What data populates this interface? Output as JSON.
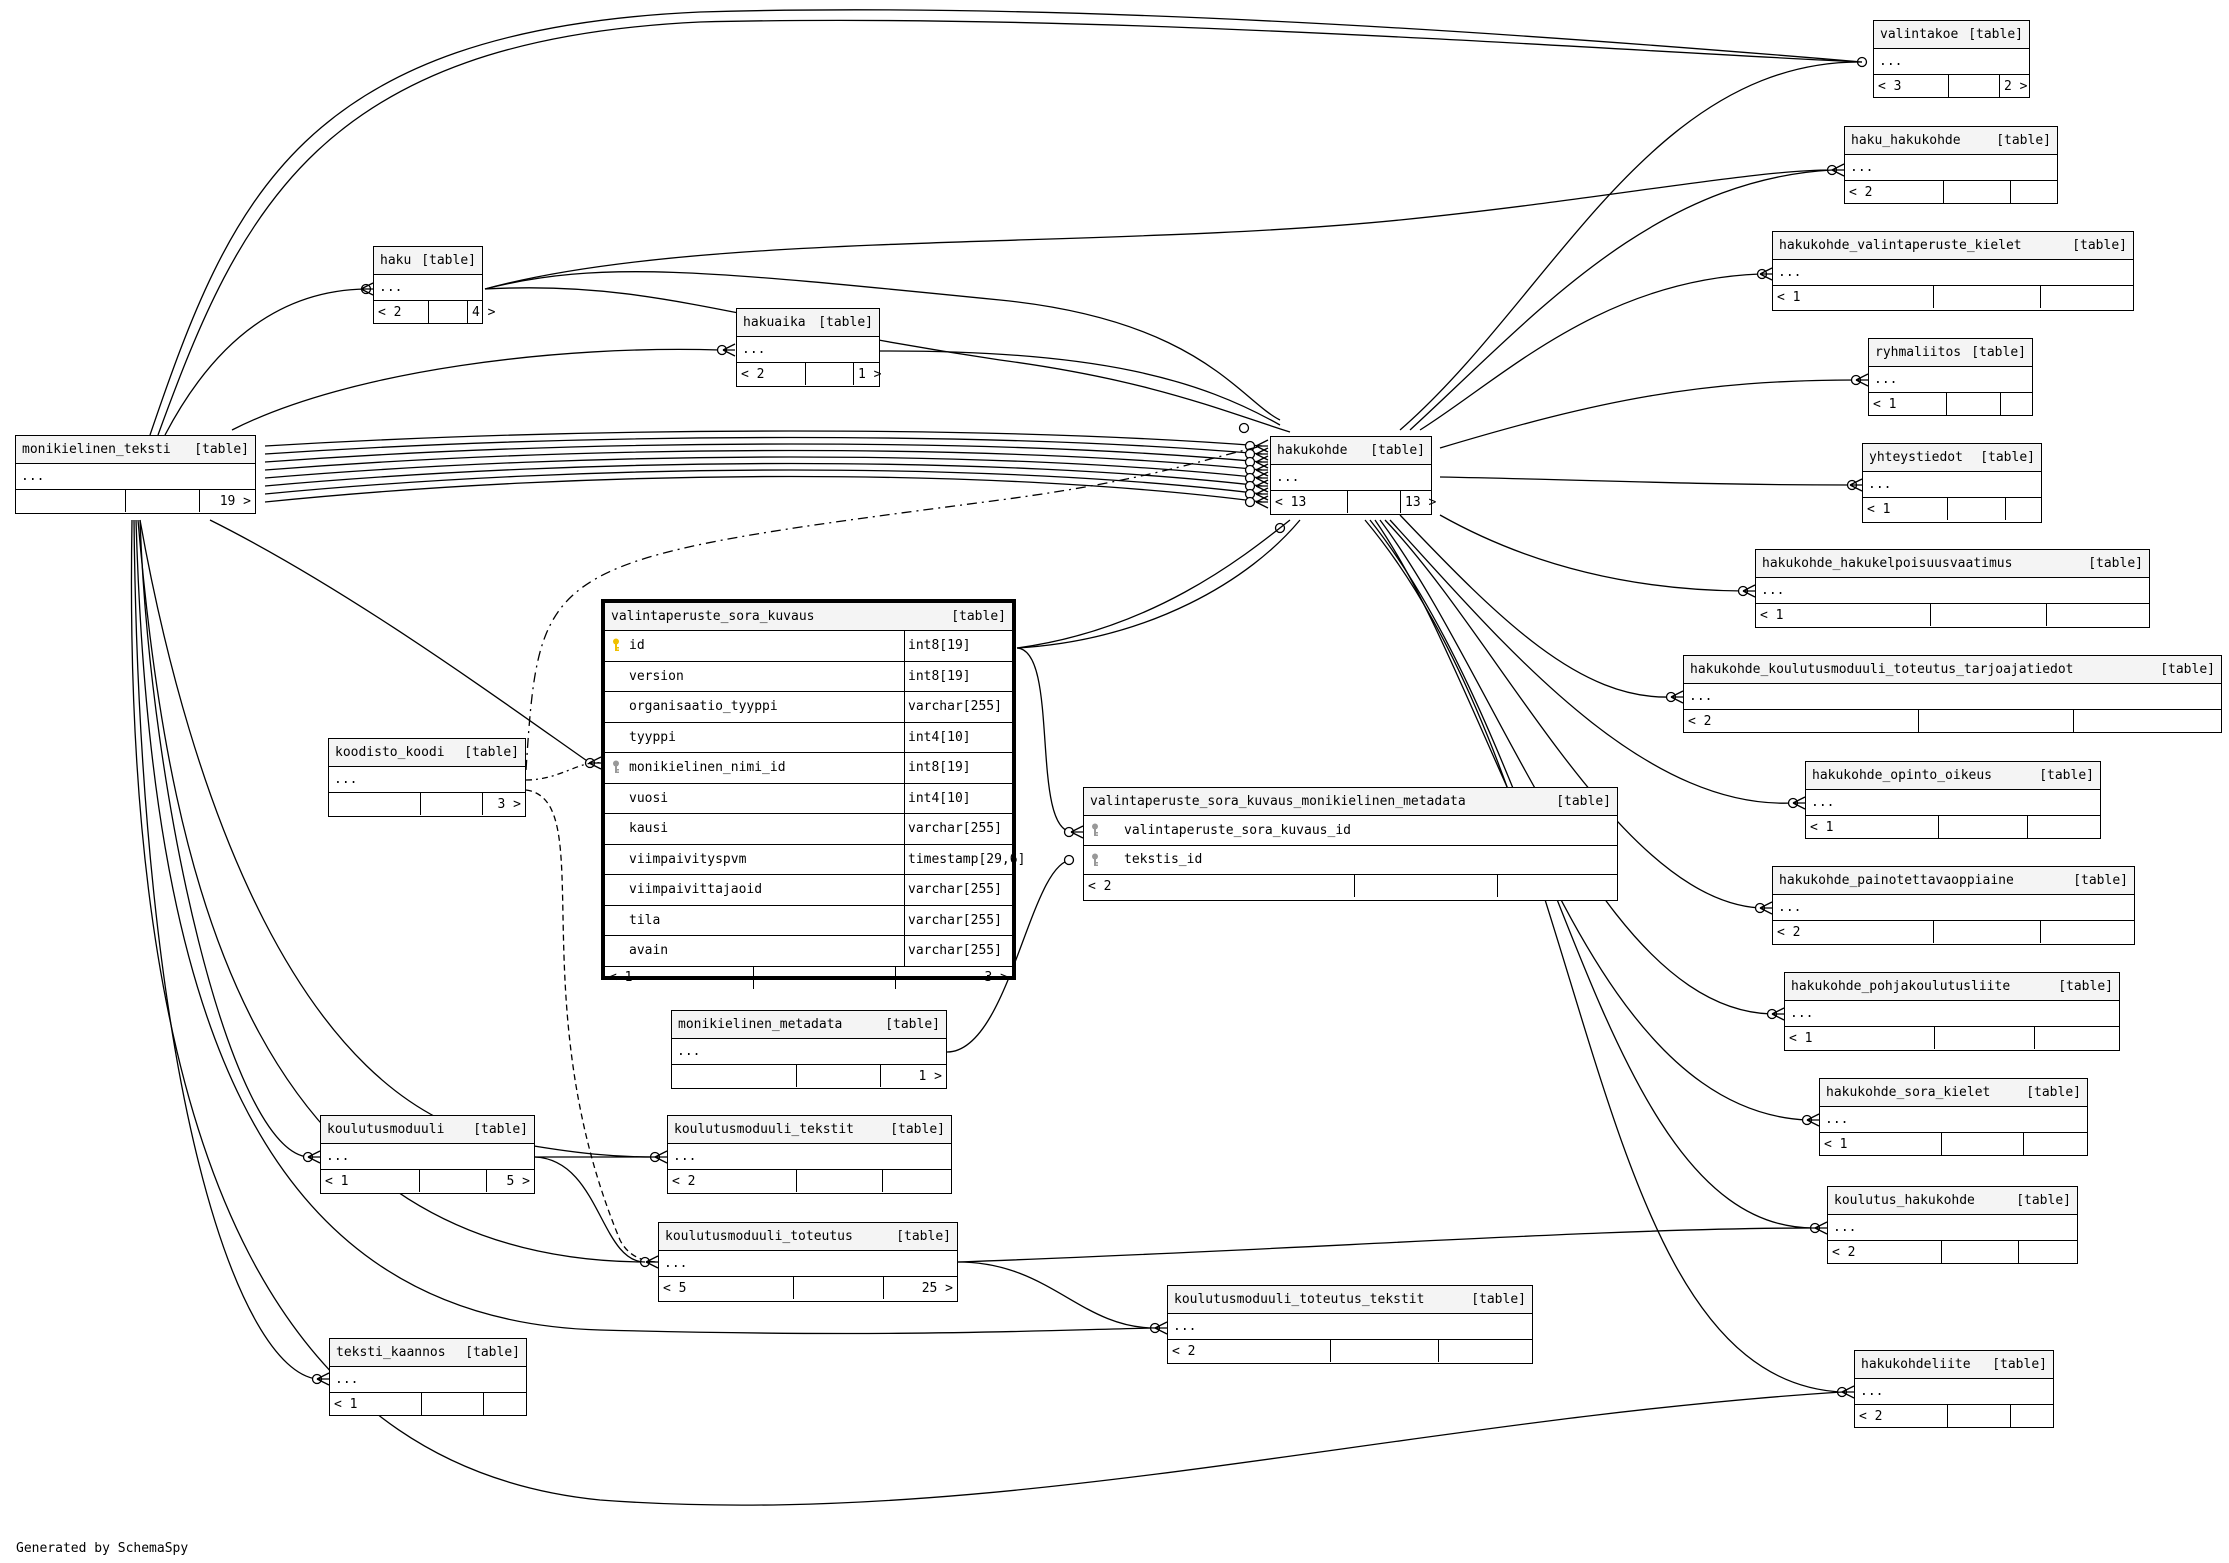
{
  "footer": "Generated by SchemaSpy",
  "ellipsis": "...",
  "tag": "[table]",
  "colors": {
    "pk_key": "#f0c000",
    "fk_key": "#999999",
    "header_bg": "#f4f4f4"
  },
  "focus_table": {
    "name": "valintaperuste_sora_kuvaus",
    "columns": [
      {
        "name": "id",
        "type": "int8[19]",
        "key": "pk"
      },
      {
        "name": "version",
        "type": "int8[19]",
        "key": ""
      },
      {
        "name": "organisaatio_tyyppi",
        "type": "varchar[255]",
        "key": ""
      },
      {
        "name": "tyyppi",
        "type": "int4[10]",
        "key": ""
      },
      {
        "name": "monikielinen_nimi_id",
        "type": "int8[19]",
        "key": "fk"
      },
      {
        "name": "vuosi",
        "type": "int4[10]",
        "key": ""
      },
      {
        "name": "kausi",
        "type": "varchar[255]",
        "key": ""
      },
      {
        "name": "viimpaivityspvm",
        "type": "timestamp[29,6]",
        "key": ""
      },
      {
        "name": "viimpaivittajaoid",
        "type": "varchar[255]",
        "key": ""
      },
      {
        "name": "tila",
        "type": "varchar[255]",
        "key": ""
      },
      {
        "name": "avain",
        "type": "varchar[255]",
        "key": ""
      }
    ],
    "foot": [
      "< 1",
      "",
      "3 >"
    ]
  },
  "meta_table": {
    "name": "valintaperuste_sora_kuvaus_monikielinen_metadata",
    "columns": [
      {
        "name": "valintaperuste_sora_kuvaus_id",
        "key": "fk"
      },
      {
        "name": "tekstis_id",
        "key": "fk"
      }
    ],
    "foot": [
      "< 2",
      "",
      ""
    ]
  },
  "tables": [
    {
      "id": "valintakoe",
      "name": "valintakoe",
      "foot": [
        "< 3",
        "",
        "2 >"
      ]
    },
    {
      "id": "haku_hakukohde",
      "name": "haku_hakukohde",
      "foot": [
        "< 2",
        "",
        ""
      ]
    },
    {
      "id": "hakukohde_valintaperuste_kielet",
      "name": "hakukohde_valintaperuste_kielet",
      "foot": [
        "< 1",
        "",
        ""
      ]
    },
    {
      "id": "ryhmaliitos",
      "name": "ryhmaliitos",
      "foot": [
        "< 1",
        "",
        ""
      ]
    },
    {
      "id": "yhteystiedot",
      "name": "yhteystiedot",
      "foot": [
        "< 1",
        "",
        ""
      ]
    },
    {
      "id": "hakukohde_hakukelpoisuusvaatimus",
      "name": "hakukohde_hakukelpoisuusvaatimus",
      "foot": [
        "< 1",
        "",
        ""
      ]
    },
    {
      "id": "hakukohde_koulutusmoduuli_toteutus_tarjoajatiedot",
      "name": "hakukohde_koulutusmoduuli_toteutus_tarjoajatiedot",
      "foot": [
        "< 2",
        "",
        ""
      ]
    },
    {
      "id": "hakukohde_opinto_oikeus",
      "name": "hakukohde_opinto_oikeus",
      "foot": [
        "< 1",
        "",
        ""
      ]
    },
    {
      "id": "hakukohde_painotettavaoppiaine",
      "name": "hakukohde_painotettavaoppiaine",
      "foot": [
        "< 2",
        "",
        ""
      ]
    },
    {
      "id": "hakukohde_pohjakoulutusliite",
      "name": "hakukohde_pohjakoulutusliite",
      "foot": [
        "< 1",
        "",
        ""
      ]
    },
    {
      "id": "hakukohde_sora_kielet",
      "name": "hakukohde_sora_kielet",
      "foot": [
        "< 1",
        "",
        ""
      ]
    },
    {
      "id": "koulutus_hakukohde",
      "name": "koulutus_hakukohde",
      "foot": [
        "< 2",
        "",
        ""
      ]
    },
    {
      "id": "hakukohdeliite",
      "name": "hakukohdeliite",
      "foot": [
        "< 2",
        "",
        ""
      ]
    },
    {
      "id": "haku",
      "name": "haku",
      "foot": [
        "< 2",
        "",
        "4 >"
      ]
    },
    {
      "id": "hakuaika",
      "name": "hakuaika",
      "foot": [
        "< 2",
        "",
        "1 >"
      ]
    },
    {
      "id": "monikielinen_teksti",
      "name": "monikielinen_teksti",
      "foot": [
        "",
        "",
        "19 >"
      ]
    },
    {
      "id": "hakukohde",
      "name": "hakukohde",
      "foot": [
        "< 13",
        "",
        "13 >"
      ]
    },
    {
      "id": "koodisto_koodi",
      "name": "koodisto_koodi",
      "foot": [
        "",
        "",
        "3 >"
      ]
    },
    {
      "id": "monikielinen_metadata",
      "name": "monikielinen_metadata",
      "foot": [
        "",
        "",
        "1 >"
      ]
    },
    {
      "id": "koulutusmoduuli",
      "name": "koulutusmoduuli",
      "foot": [
        "< 1",
        "",
        "5 >"
      ]
    },
    {
      "id": "koulutusmoduuli_tekstit",
      "name": "koulutusmoduuli_tekstit",
      "foot": [
        "< 2",
        "",
        ""
      ]
    },
    {
      "id": "koulutusmoduuli_toteutus",
      "name": "koulutusmoduuli_toteutus",
      "foot": [
        "< 5",
        "",
        "25 >"
      ]
    },
    {
      "id": "koulutusmoduuli_toteutus_tekstit",
      "name": "koulutusmoduuli_toteutus_tekstit",
      "foot": [
        "< 2",
        "",
        ""
      ]
    },
    {
      "id": "teksti_kaannos",
      "name": "teksti_kaannos",
      "foot": [
        "< 1",
        "",
        ""
      ]
    }
  ]
}
